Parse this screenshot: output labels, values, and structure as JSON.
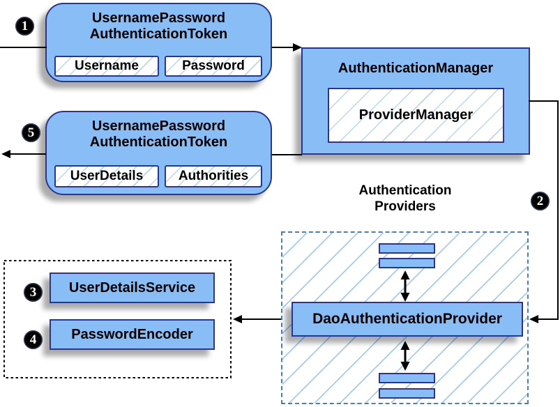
{
  "colors": {
    "node_fill": "#88bdf5",
    "node_border": "#283593",
    "hatch_line": "#b9d6f2",
    "providers_hatch_line": "#a5cbee",
    "providers_dashed_border": "#4a7dbd",
    "services_dotted_border": "#000000",
    "connector": "#000000",
    "badge_bg": "#000000",
    "badge_text": "#ffffff",
    "background": "#ffffff"
  },
  "badges": {
    "request": "1",
    "manager_to_providers": "2",
    "user_details_service": "3",
    "password_encoder": "4",
    "response": "5"
  },
  "request_token": {
    "title_line1": "UsernamePassword",
    "title_line2": "AuthenticationToken",
    "field_left": "Username",
    "field_right": "Password"
  },
  "auth_manager": {
    "title": "AuthenticationManager",
    "provider_manager": "ProviderManager"
  },
  "response_token": {
    "title_line1": "UsernamePassword",
    "title_line2": "AuthenticationToken",
    "field_left": "UserDetails",
    "field_right": "Authorities"
  },
  "providers": {
    "heading_line1": "Authentication",
    "heading_line2": "Providers",
    "dao_provider": "DaoAuthenticationProvider"
  },
  "services": {
    "user_details_service": "UserDetailsService",
    "password_encoder": "PasswordEncoder"
  }
}
